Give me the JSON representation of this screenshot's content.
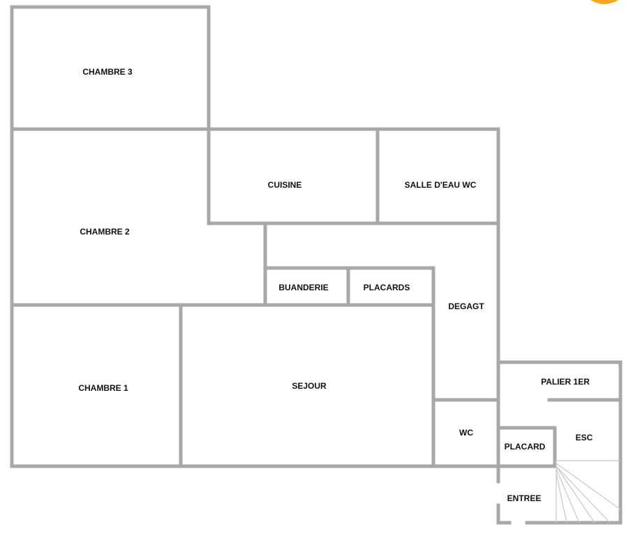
{
  "accent_color": "#f5a623",
  "wall_color": "#a8a8a8",
  "rooms": {
    "chambre3": "CHAMBRE 3",
    "chambre2": "CHAMBRE 2",
    "cuisine": "CUISINE",
    "salle_eau_wc": "SALLE D'EAU WC",
    "buanderie": "BUANDERIE",
    "placards": "PLACARDS",
    "degagt": "DEGAGT",
    "chambre1": "CHAMBRE 1",
    "sejour": "SEJOUR",
    "palier": "PALIER 1ER",
    "wc": "WC",
    "placard": "PLACARD",
    "esc": "ESC",
    "entree": "ENTREE"
  }
}
